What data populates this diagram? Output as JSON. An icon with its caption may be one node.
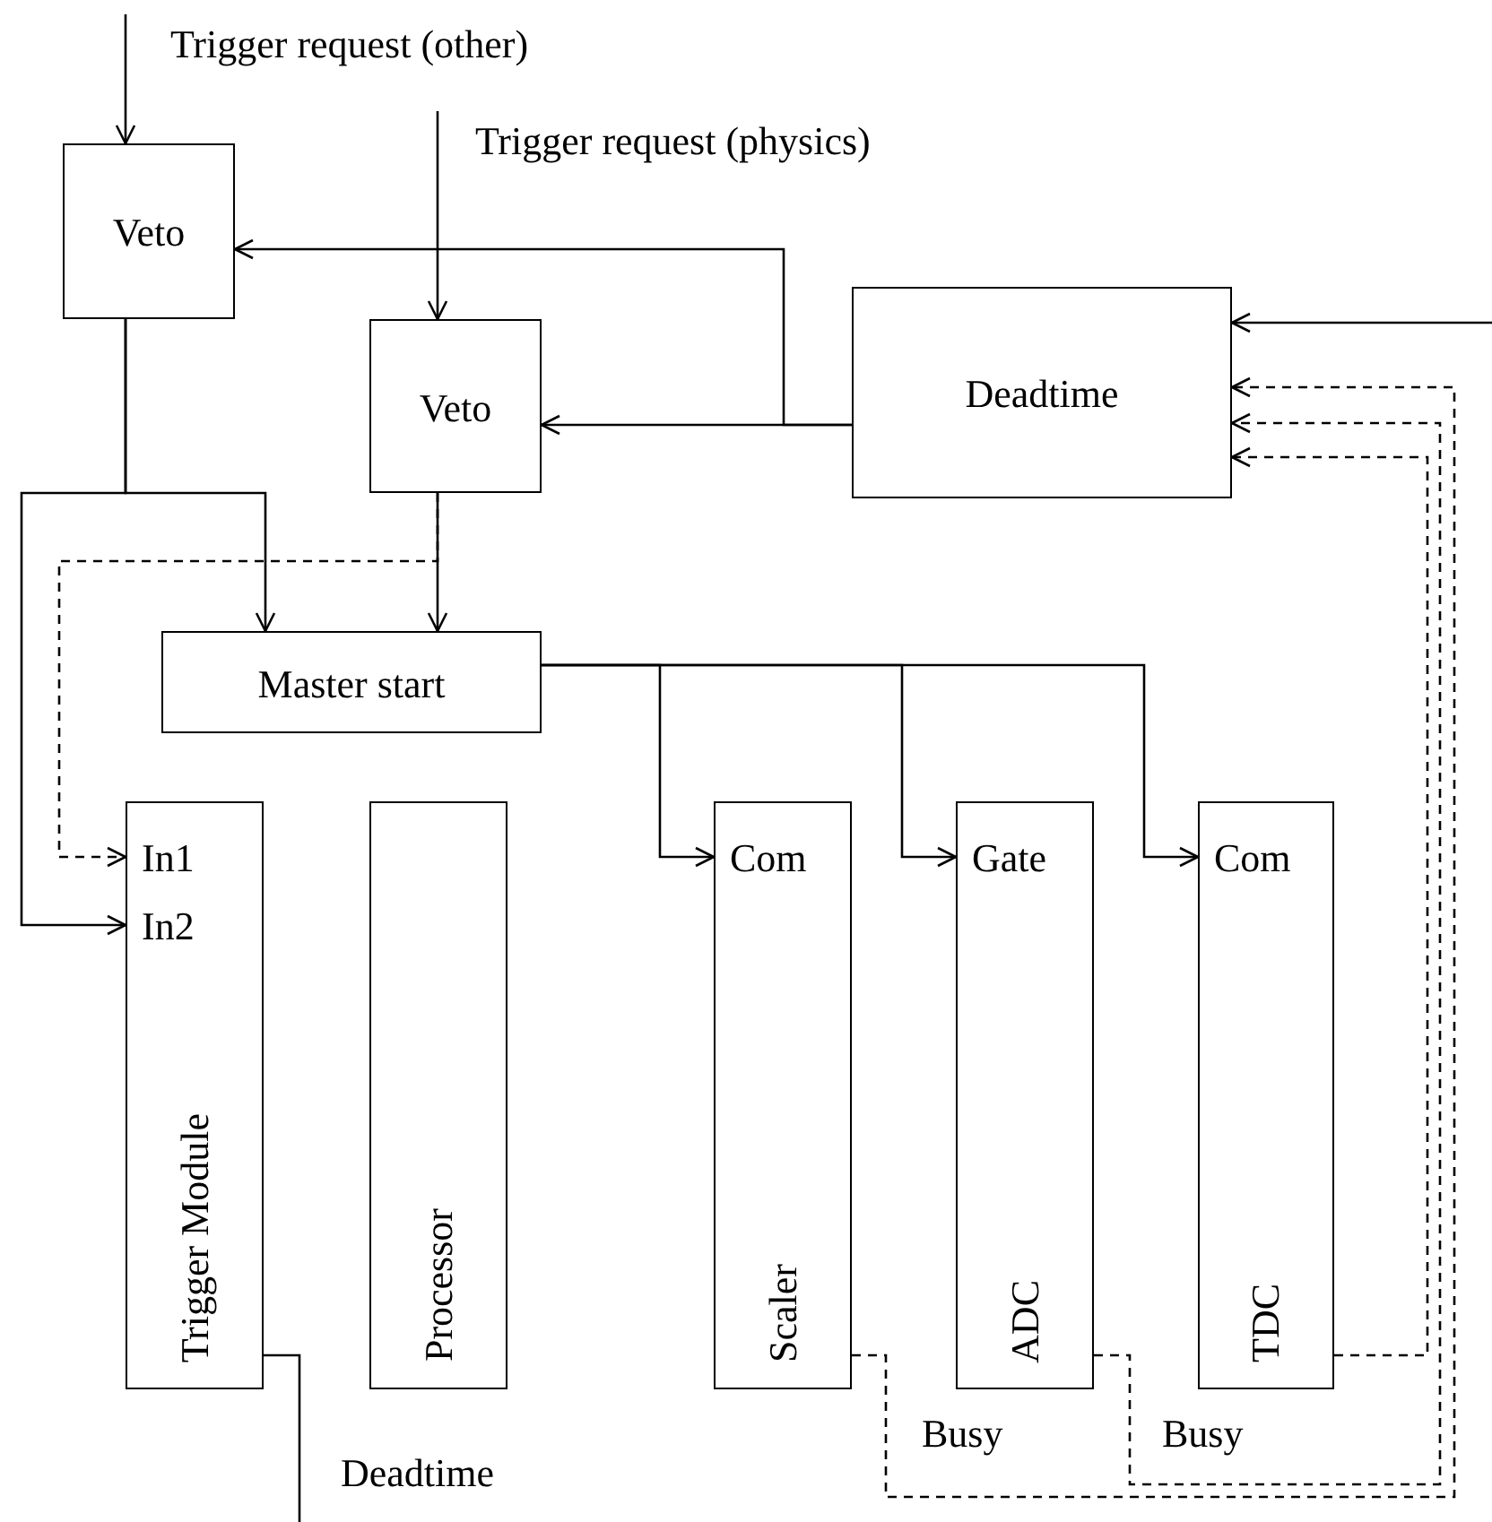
{
  "diagram": {
    "nodes": [
      {
        "text": [
          "Trigger request (other)"
        ]
      },
      {
        "text": [
          "Veto"
        ]
      },
      {
        "text": [
          "Trigger request (physics)"
        ]
      },
      {
        "text": [
          "Veto"
        ]
      },
      {
        "text": [
          "Deadtime"
        ]
      },
      {
        "text": [
          "Master start"
        ]
      },
      {
        "text": [
          "In1",
          "In2",
          "Trigger Module"
        ]
      },
      {
        "text": [
          "Processor"
        ]
      },
      {
        "text": [
          "Com",
          "Scaler"
        ]
      },
      {
        "text": [
          "Gate",
          "ADC"
        ]
      },
      {
        "text": [
          "Com",
          "TDC"
        ]
      }
    ],
    "edges": [
      {
        "from": 0,
        "to": 1,
        "arrow": "to"
      },
      {
        "from": 2,
        "to": 3,
        "arrow": "to"
      },
      {
        "from": 4,
        "to": 1,
        "arrow": "to"
      },
      {
        "from": 4,
        "to": 3,
        "arrow": "to"
      },
      {
        "from": null,
        "to": 4,
        "arrow": "to"
      },
      {
        "from": 1,
        "to": 5,
        "arrow": "to"
      },
      {
        "from": 1,
        "to": 6,
        "arrow": "to"
      },
      {
        "from": 3,
        "to": 5,
        "arrow": "to"
      },
      {
        "from": 3,
        "to": 6,
        "arrow": "to",
        "style": "dashed"
      },
      {
        "from": 5,
        "to": 8,
        "arrow": "to"
      },
      {
        "from": 5,
        "to": 9,
        "arrow": "to"
      },
      {
        "from": 5,
        "to": 10,
        "arrow": "to"
      },
      {
        "from": 6,
        "to": null,
        "arrow": "none",
        "label": "Deadtime"
      },
      {
        "from": 8,
        "to": 4,
        "arrow": "to",
        "style": "dashed",
        "label": "Busy"
      },
      {
        "from": 9,
        "to": 4,
        "arrow": "to",
        "style": "dashed",
        "label": "Busy"
      },
      {
        "from": 10,
        "to": 4,
        "arrow": "to",
        "style": "dashed"
      }
    ]
  }
}
